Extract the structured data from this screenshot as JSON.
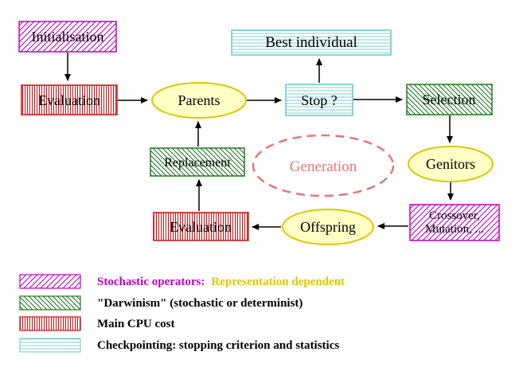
{
  "nodes": {
    "initialisation": "Initialisation",
    "evaluation_top": "Evaluation",
    "parents": "Parents",
    "best_individual": "Best individual",
    "stop": "Stop ?",
    "selection": "Selection",
    "replacement": "Replacement",
    "generation": "Generation",
    "genitors": "Genitors",
    "crossover_line1": "Crossover,",
    "crossover_line2": "Mutation, ...",
    "offspring": "Offspring",
    "evaluation_bottom": "Evaluation"
  },
  "legend": {
    "stochastic_label": "Stochastic operators:",
    "stochastic_suffix": "Representation dependent",
    "darwinism": "\"Darwinism\" (stochastic or determinist)",
    "cpu": "Main CPU cost",
    "checkpointing": "Checkpointing: stopping criterion and statistics"
  },
  "colors": {
    "magenta": "#c000c0",
    "green": "#1f7a1f",
    "red": "#cc1111",
    "cyan": "#6cc6c6",
    "yellow_fill": "#ffffc6",
    "yellow_stroke": "#ddc800",
    "salmon": "#e07878",
    "arrow_black": "#000000"
  }
}
